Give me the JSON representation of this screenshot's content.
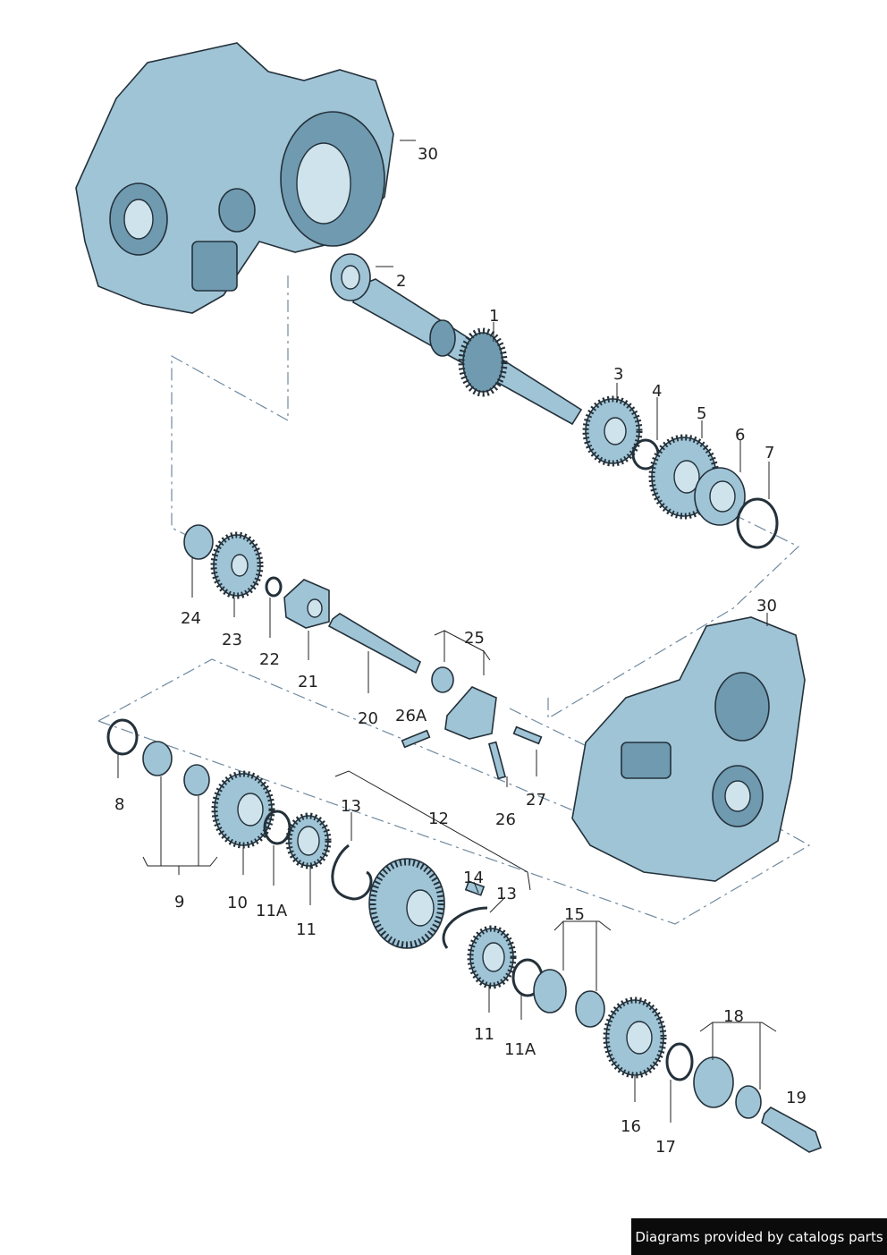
{
  "footer": {
    "credit": "Diagrams provided by catalogs parts"
  },
  "callouts": {
    "c1": "1",
    "c2": "2",
    "c3": "3",
    "c4": "4",
    "c5": "5",
    "c6": "6",
    "c7": "7",
    "c8": "8",
    "c9": "9",
    "c10": "10",
    "c11a": "11A",
    "c11": "11",
    "c12": "12",
    "c13a": "13",
    "c13b": "13",
    "c14": "14",
    "c15": "15",
    "c11b": "11",
    "c11Ab": "11A",
    "c16": "16",
    "c17": "17",
    "c18": "18",
    "c19": "19",
    "c20": "20",
    "c21": "21",
    "c22": "22",
    "c23": "23",
    "c24": "24",
    "c25": "25",
    "c26A": "26A",
    "c26": "26",
    "c27": "27",
    "c30a": "30",
    "c30b": "30"
  },
  "colors": {
    "part": "#9fc4d6",
    "outline": "#24313a",
    "dash": "#6f8aa0",
    "footer_bg": "#0b0b0b"
  }
}
